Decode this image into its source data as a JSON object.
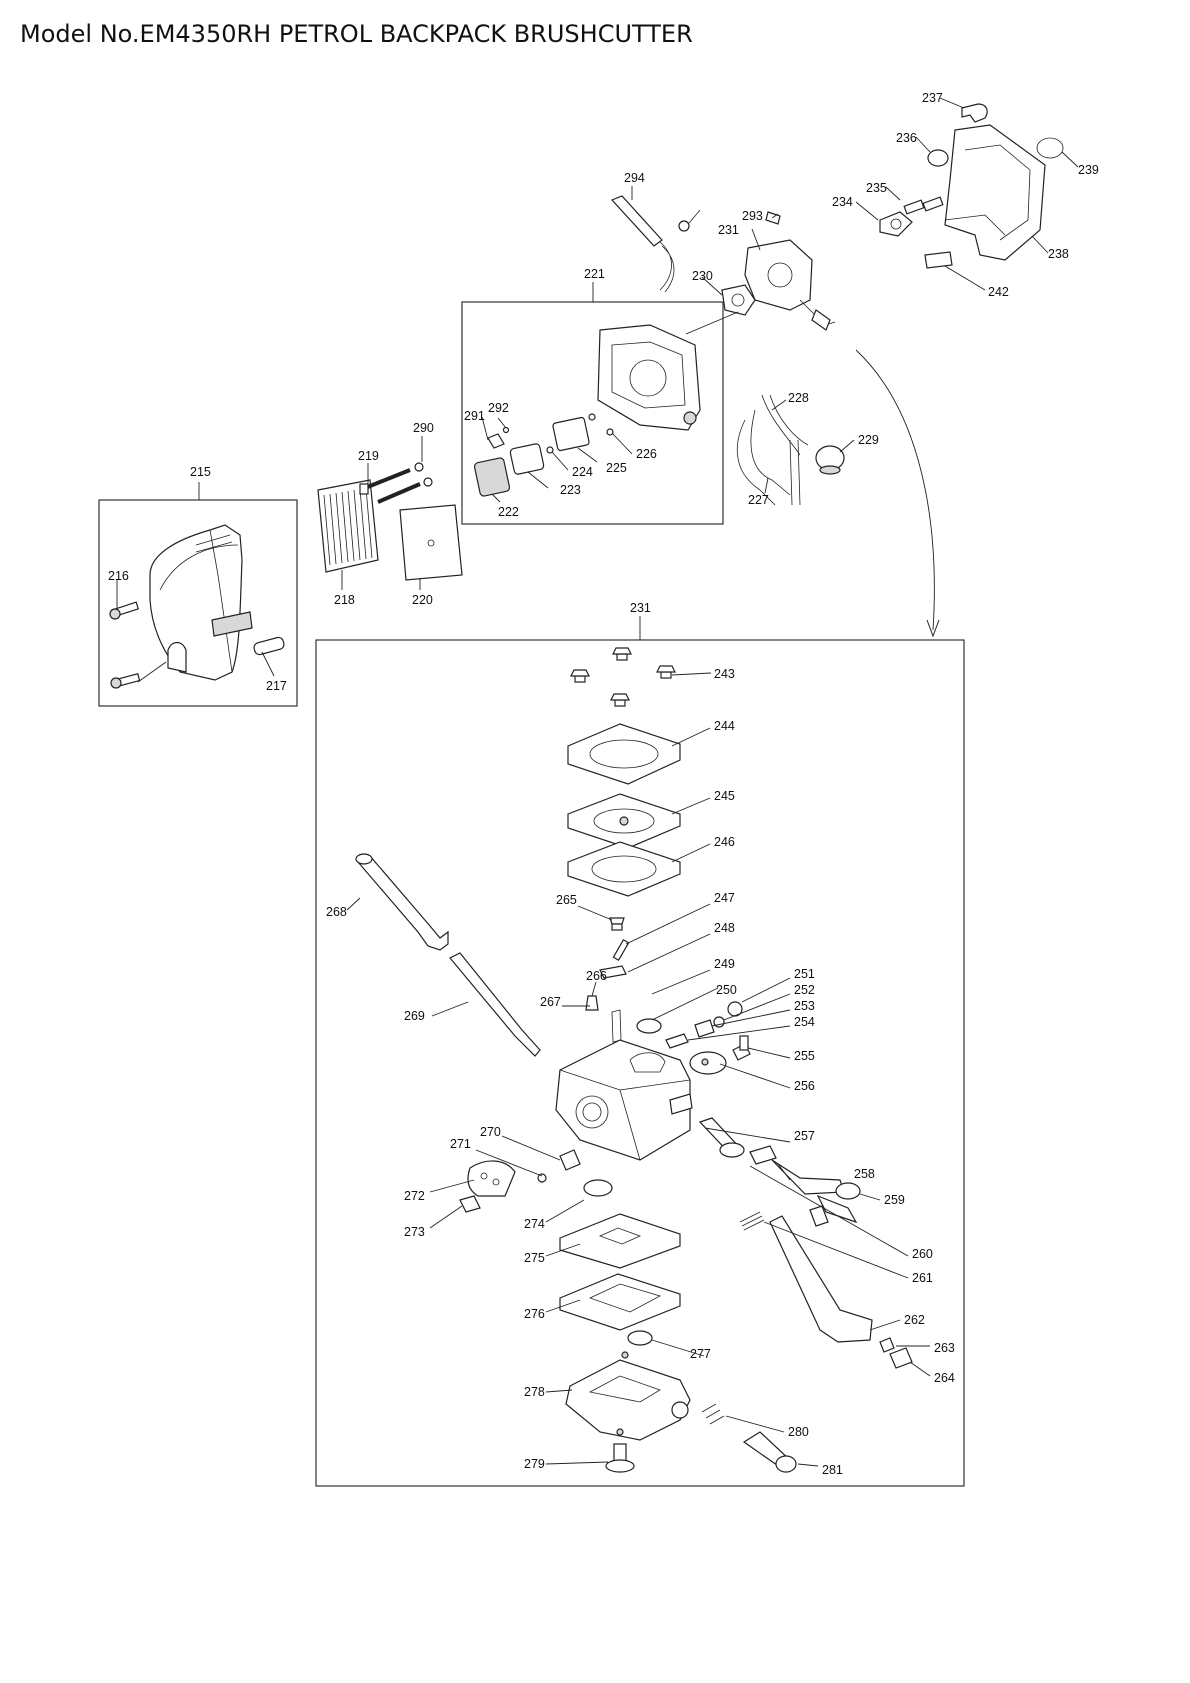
{
  "header": {
    "title": "Model No.EM4350RH PETROL BACKPACK BRUSHCUTTER"
  },
  "groups": {
    "air_cleaner": "215",
    "carb_assy": "221",
    "carb_detail": "231"
  },
  "labels": {
    "p215": "215",
    "p216": "216",
    "p217": "217",
    "p218": "218",
    "p219": "219",
    "p220": "220",
    "p221": "221",
    "p222": "222",
    "p223": "223",
    "p224": "224",
    "p225": "225",
    "p226": "226",
    "p227": "227",
    "p228": "228",
    "p229": "229",
    "p230": "230",
    "p231": "231",
    "p234": "234",
    "p235": "235",
    "p236": "236",
    "p237": "237",
    "p238": "238",
    "p239": "239",
    "p242": "242",
    "p243": "243",
    "p244": "244",
    "p245": "245",
    "p246": "246",
    "p247": "247",
    "p248": "248",
    "p249": "249",
    "p250": "250",
    "p251": "251",
    "p252": "252",
    "p253": "253",
    "p254": "254",
    "p255": "255",
    "p256": "256",
    "p257": "257",
    "p258": "258",
    "p259": "259",
    "p260": "260",
    "p261": "261",
    "p262": "262",
    "p263": "263",
    "p264": "264",
    "p265": "265",
    "p266": "266",
    "p267": "267",
    "p268": "268",
    "p269": "269",
    "p270": "270",
    "p271": "271",
    "p272": "272",
    "p273": "273",
    "p274": "274",
    "p275": "275",
    "p276": "276",
    "p277": "277",
    "p278": "278",
    "p279": "279",
    "p280": "280",
    "p281": "281",
    "p290": "290",
    "p291": "291",
    "p292": "292",
    "p293": "293",
    "p294": "294"
  }
}
